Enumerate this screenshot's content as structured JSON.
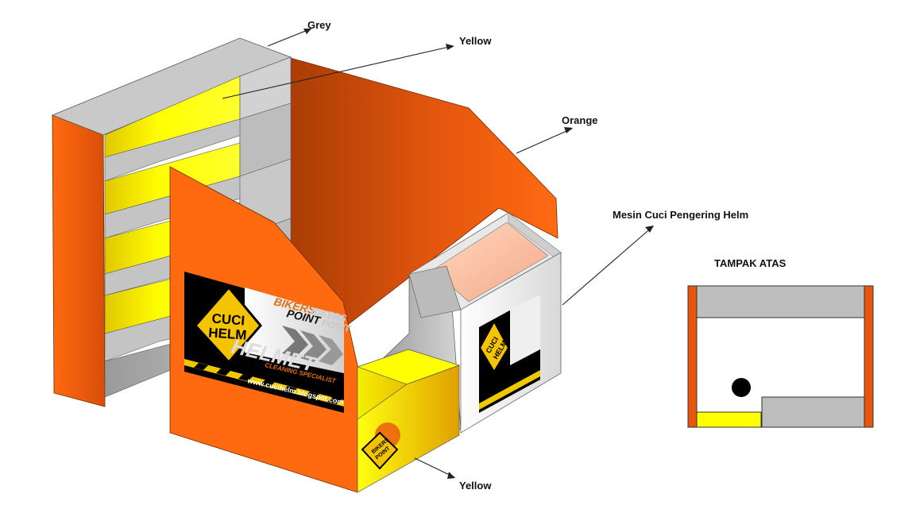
{
  "labels": {
    "grey": "Grey",
    "yellow_top": "Yellow",
    "orange": "Orange",
    "machine": "Mesin Cuci Pengering Helm",
    "yellow_bottom": "Yellow",
    "top_view_title": "TAMPAK ATAS"
  },
  "banner": {
    "logo_line1": "CUCI",
    "logo_line2": "HELM",
    "brand_word1": "BIKERS",
    "brand_word2": "POINT",
    "ghost_word1": "BIKERS",
    "ghost_word2": "POINT",
    "helmet_word": "HELMET",
    "subtitle": "CLEANING SPECIALIST",
    "url": "www.cucihelm.blogspot.com"
  },
  "counter_logo": {
    "line1": "BIKERS",
    "line2": "POINT"
  },
  "colors": {
    "orange": "#e8560e",
    "orange_dark": "#b84206",
    "grey": "#bdbdbd",
    "grey_dark": "#8f8f8f",
    "yellow": "#ffff00",
    "black": "#000000"
  }
}
